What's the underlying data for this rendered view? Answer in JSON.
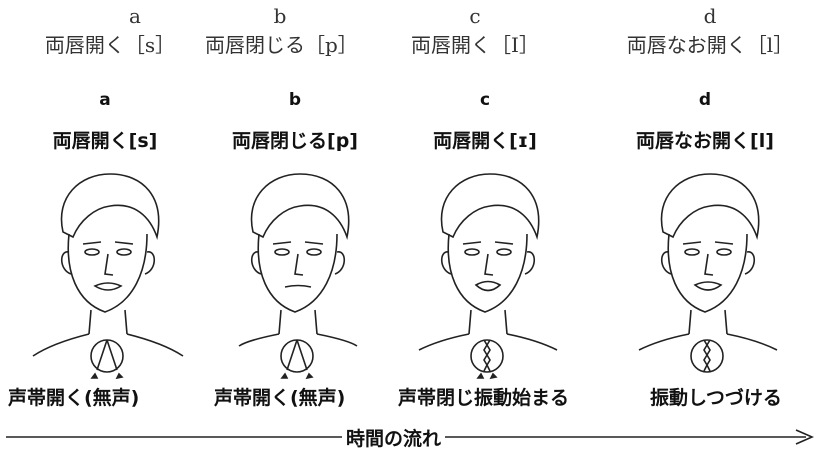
{
  "top_labels": [
    {
      "letter": "a",
      "desc": "両唇開く［s］"
    },
    {
      "letter": "b",
      "desc": "両唇閉じる［p］"
    },
    {
      "letter": "c",
      "desc": "両唇開く［I］"
    },
    {
      "letter": "d",
      "desc": "両唇なお開く［l］"
    }
  ],
  "panels": [
    {
      "letter": "a",
      "title": "両唇開く[s]",
      "caption": "声帯開く(無声)",
      "mouth": "open",
      "cords": "open"
    },
    {
      "letter": "b",
      "title": "両唇閉じる[p]",
      "caption": "声帯開く(無声)",
      "mouth": "closed",
      "cords": "open"
    },
    {
      "letter": "c",
      "title": "両唇開く[ɪ]",
      "caption": "声帯閉じ振動始まる",
      "mouth": "open",
      "cords": "vibrating"
    },
    {
      "letter": "d",
      "title": "両唇なお開く[l]",
      "caption": "振動しつづける",
      "mouth": "open",
      "cords": "vibrating"
    }
  ],
  "timeline": {
    "label": "時間の流れ"
  }
}
